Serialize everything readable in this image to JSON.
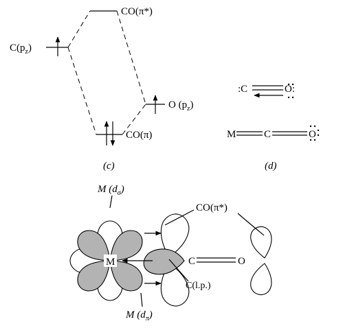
{
  "panel_c": {
    "label": "(c)",
    "c_pz": {
      "main": "C(p",
      "sub": "z",
      "close": ")"
    },
    "co_pi_star": "CO(π*)",
    "o_pz": {
      "main": "O (p",
      "sub": "z",
      "close": ")"
    },
    "co_pi": "CO(π)"
  },
  "panel_d": {
    "label": "(d)",
    "co_c": ":C",
    "co_o": "O:",
    "m": "M",
    "c": "C",
    "o": "O"
  },
  "bottom": {
    "m_dsigma": {
      "main": "M (d",
      "sub": "σ",
      "close": ")"
    },
    "co_pi_star": "CO(π*)",
    "m_center": "M",
    "c_atom": "C",
    "o_atom": "O",
    "c_lp": "C(l.p.)",
    "m_dpi": {
      "main": "M (d",
      "sub": "π",
      "close": ")"
    }
  }
}
